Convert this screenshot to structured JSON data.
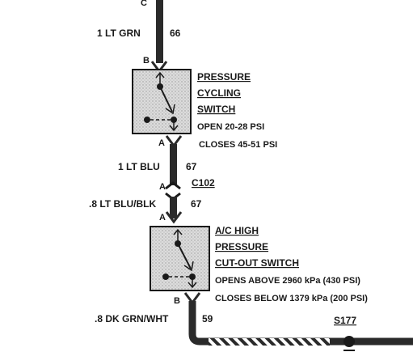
{
  "connector_top": "C",
  "wire1": {
    "label": "1 LT GRN",
    "circuit": "66"
  },
  "terminal_b1": "B",
  "switch1": {
    "name_lines": [
      "PRESSURE",
      "CYCLING",
      "SWITCH"
    ],
    "spec1": "OPEN 20-28 PSI",
    "spec2": "CLOSES 45-51 PSI"
  },
  "terminal_a1": "A",
  "wire2": {
    "label": "1 LT BLU",
    "circuit": "67"
  },
  "connector_mid": {
    "name": "C102",
    "pin_top": "A",
    "pin_bottom": "A"
  },
  "wire3": {
    "label": ".8 LT BLU/BLK",
    "circuit": "67"
  },
  "switch2": {
    "name_lines": [
      "A/C HIGH",
      "PRESSURE",
      "CUT-OUT SWITCH"
    ],
    "spec1": "OPENS ABOVE 2960 kPa (430 PSI)",
    "spec2": "CLOSES BELOW 1379 kPa (200 PSI)"
  },
  "terminal_b2": "B",
  "wire4": {
    "label": ".8 DK GRN/WHT",
    "circuit": "59"
  },
  "splice": "S177",
  "colors": {
    "wire": "#2a2a2a",
    "box_fill": "#d4d4d4",
    "ink": "#1a1a1a"
  }
}
